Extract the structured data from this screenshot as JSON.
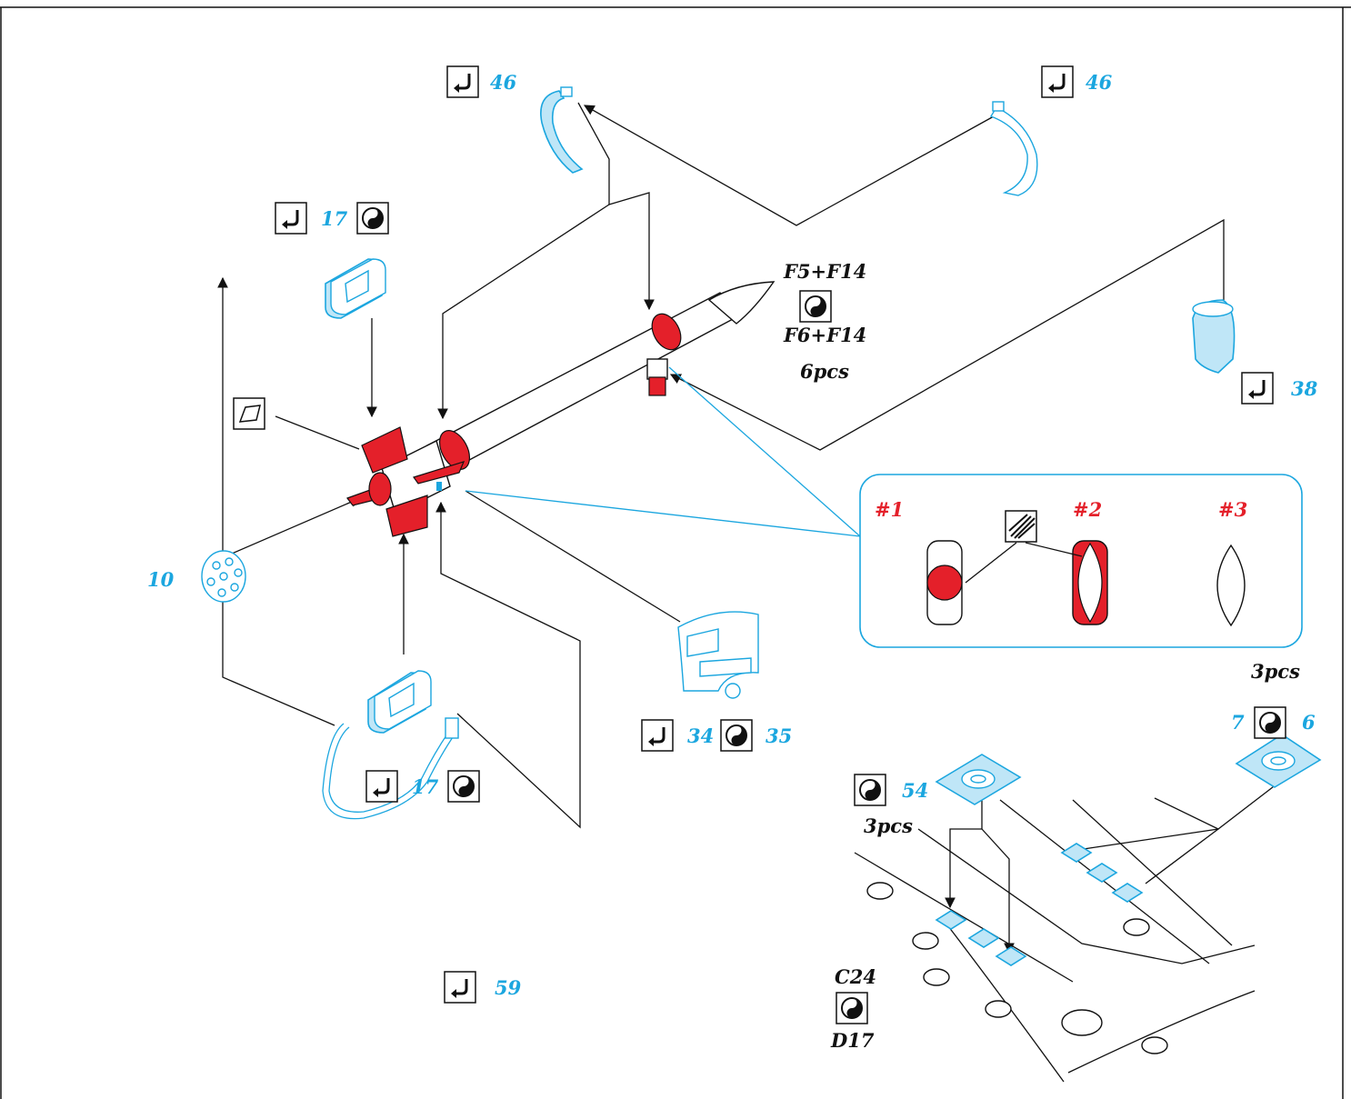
{
  "colors": {
    "part_blue": "#1ba6df",
    "paint_red": "#e4202a",
    "line_black": "#111111"
  },
  "icons": {
    "bend": "bend-arrow-icon",
    "either_or": "yin-yang-icon",
    "paint": "paint-square-icon",
    "texture": "texture-swatch-icon"
  },
  "parts": {
    "strap_left": "46",
    "strap_right": "46",
    "frame_top_num": "17",
    "frame_bottom_num": "17",
    "sleeve": "38",
    "ring": "10",
    "panel_a": "34",
    "panel_b": "35",
    "cable": "59",
    "plate_a": "54",
    "plate_b_left": "7",
    "plate_b_right": "6"
  },
  "kit_notes": {
    "pylon_top": "F5+F14",
    "pylon_bottom": "F6+F14",
    "pylon_count": "6pcs",
    "plate_a_count": "3pcs",
    "plate_b_count": "3pcs",
    "rail_top": "C24",
    "rail_bottom": "D17"
  },
  "inset": {
    "options": [
      "#1",
      "#2",
      "#3"
    ]
  }
}
